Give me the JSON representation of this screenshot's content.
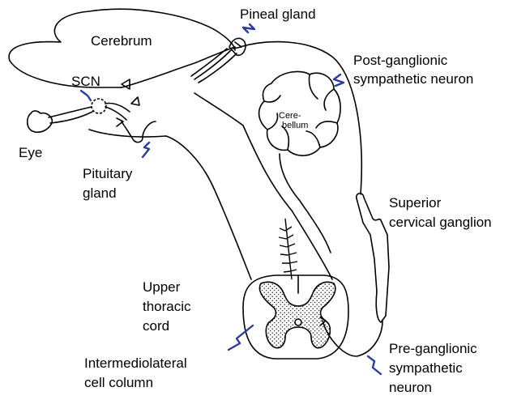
{
  "labels": {
    "pineal_gland": "Pineal gland",
    "cerebrum": "Cerebrum",
    "post_ganglionic_1": "Post-ganglionic",
    "post_ganglionic_2": "sympathetic neuron",
    "scn": "SCN",
    "cerebellum_1": "Cere-",
    "cerebellum_2": "bellum",
    "eye": "Eye",
    "pituitary_1": "Pituitary",
    "pituitary_2": "gland",
    "superior_cervical_1": "Superior",
    "superior_cervical_2": "cervical ganglion",
    "upper_thoracic_1": "Upper",
    "upper_thoracic_2": "thoracic",
    "upper_thoracic_3": "cord",
    "intermediolateral_1": "Intermediolateral",
    "intermediolateral_2": "cell column",
    "pre_ganglionic_1": "Pre-ganglionic",
    "pre_ganglionic_2": "sympathetic",
    "pre_ganglionic_3": "neuron"
  },
  "colors": {
    "outline": "#000000",
    "pointer_arrow": "#2b3c9e",
    "background": "#ffffff"
  }
}
